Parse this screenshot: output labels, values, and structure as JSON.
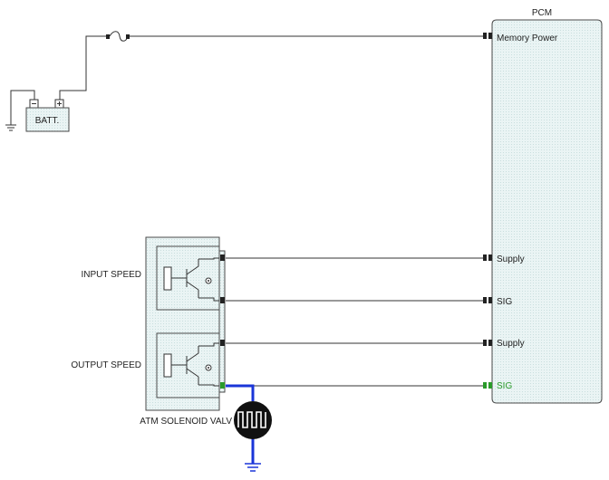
{
  "pcm": {
    "title": "PCM",
    "pins": {
      "memory_power": "Memory Power",
      "input_supply": "Supply",
      "input_sig": "SIG",
      "output_supply": "Supply",
      "output_sig": "SIG"
    }
  },
  "battery": {
    "label": "BATT."
  },
  "sensors": {
    "input_speed": "INPUT SPEED",
    "output_speed": "OUTPUT SPEED"
  },
  "atm": {
    "label": "ATM SOLENOID VALV"
  },
  "colors": {
    "wire": "#333333",
    "highlight_wire": "#1a35d8",
    "highlight_pin": "#2a9a2a",
    "module_fill": "#e5f2f2",
    "module_border": "#4a4a4a"
  }
}
